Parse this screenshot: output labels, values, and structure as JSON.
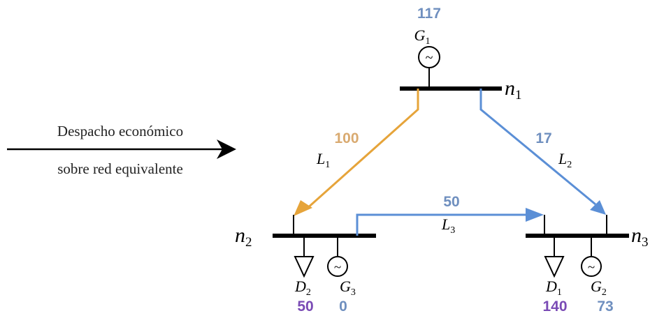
{
  "caption": {
    "line1": "Despacho económico",
    "line2": "sobre red equivalente"
  },
  "buses": {
    "n1": {
      "letter": "n",
      "sub": "1"
    },
    "n2": {
      "letter": "n",
      "sub": "2"
    },
    "n3": {
      "letter": "n",
      "sub": "3"
    }
  },
  "generators": {
    "G1": {
      "letter": "G",
      "sub": "1",
      "output": "117"
    },
    "G2": {
      "letter": "G",
      "sub": "2",
      "output": "73"
    },
    "G3": {
      "letter": "G",
      "sub": "3",
      "output": "0"
    }
  },
  "demands": {
    "D1": {
      "letter": "D",
      "sub": "1",
      "value": "140"
    },
    "D2": {
      "letter": "D",
      "sub": "2",
      "value": "50"
    }
  },
  "lines": {
    "L1": {
      "letter": "L",
      "sub": "1",
      "flow": "100"
    },
    "L2": {
      "letter": "L",
      "sub": "2",
      "flow": "17"
    },
    "L3": {
      "letter": "L",
      "sub": "3",
      "flow": "50"
    }
  },
  "generator_symbol": "~",
  "colors": {
    "gen_value": "#6f8fbf",
    "demand_value": "#7a4bb5",
    "line_L1": "#e6a43a",
    "line_L2": "#5b8fd6",
    "line_L3": "#5b8fd6",
    "flow_L1": "#d9aa70",
    "flow_blue": "#6f8fbf"
  }
}
